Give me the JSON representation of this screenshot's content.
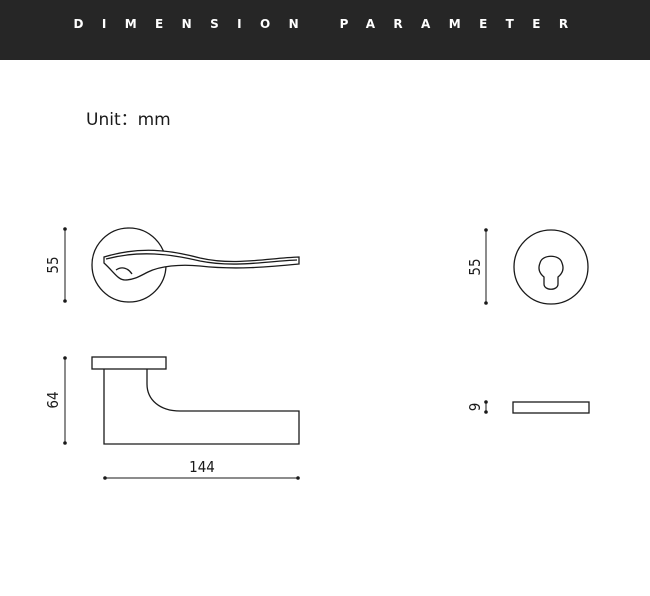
{
  "header": {
    "title": "DIMENSION PARAMETER",
    "bg_color": "#262626",
    "text_color": "#ffffff"
  },
  "unit": {
    "label": "Unit：mm"
  },
  "dimensions": {
    "lever_height": "55",
    "lever_rose_depth": "64",
    "lever_length": "144",
    "escutcheon_height": "55",
    "escutcheon_thickness": "9"
  }
}
